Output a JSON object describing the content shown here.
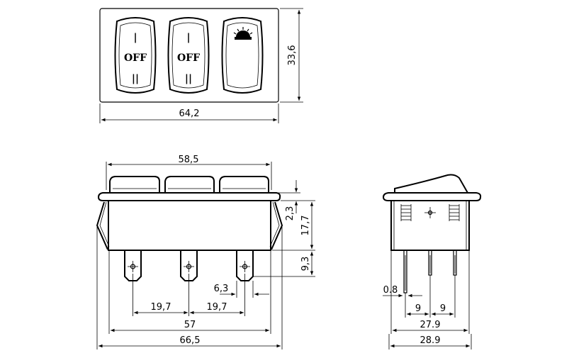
{
  "top_view": {
    "switches": [
      {
        "top_mark": "|",
        "label": "OFF",
        "bottom_mark": "||"
      },
      {
        "top_mark": "|",
        "label": "OFF",
        "bottom_mark": "||"
      },
      {
        "symbol": "lamp-icon"
      }
    ],
    "width_label": "64,2",
    "height_label": "33,6"
  },
  "front_view": {
    "top_width_label": "58,5",
    "flange_label": "2,3",
    "body_height_label": "17,7",
    "terminal_height_label": "9,3",
    "terminal_width_label": "6,3",
    "pitch_left_label": "19,7",
    "pitch_right_label": "19,7",
    "clip_width_label": "57",
    "overall_width_label": "66,5"
  },
  "side_view": {
    "pin_thickness_label": "0.8",
    "pitch_left_label": "9",
    "pitch_right_label": "9",
    "body_width_label": "27.9",
    "overall_width_label": "28.9"
  }
}
